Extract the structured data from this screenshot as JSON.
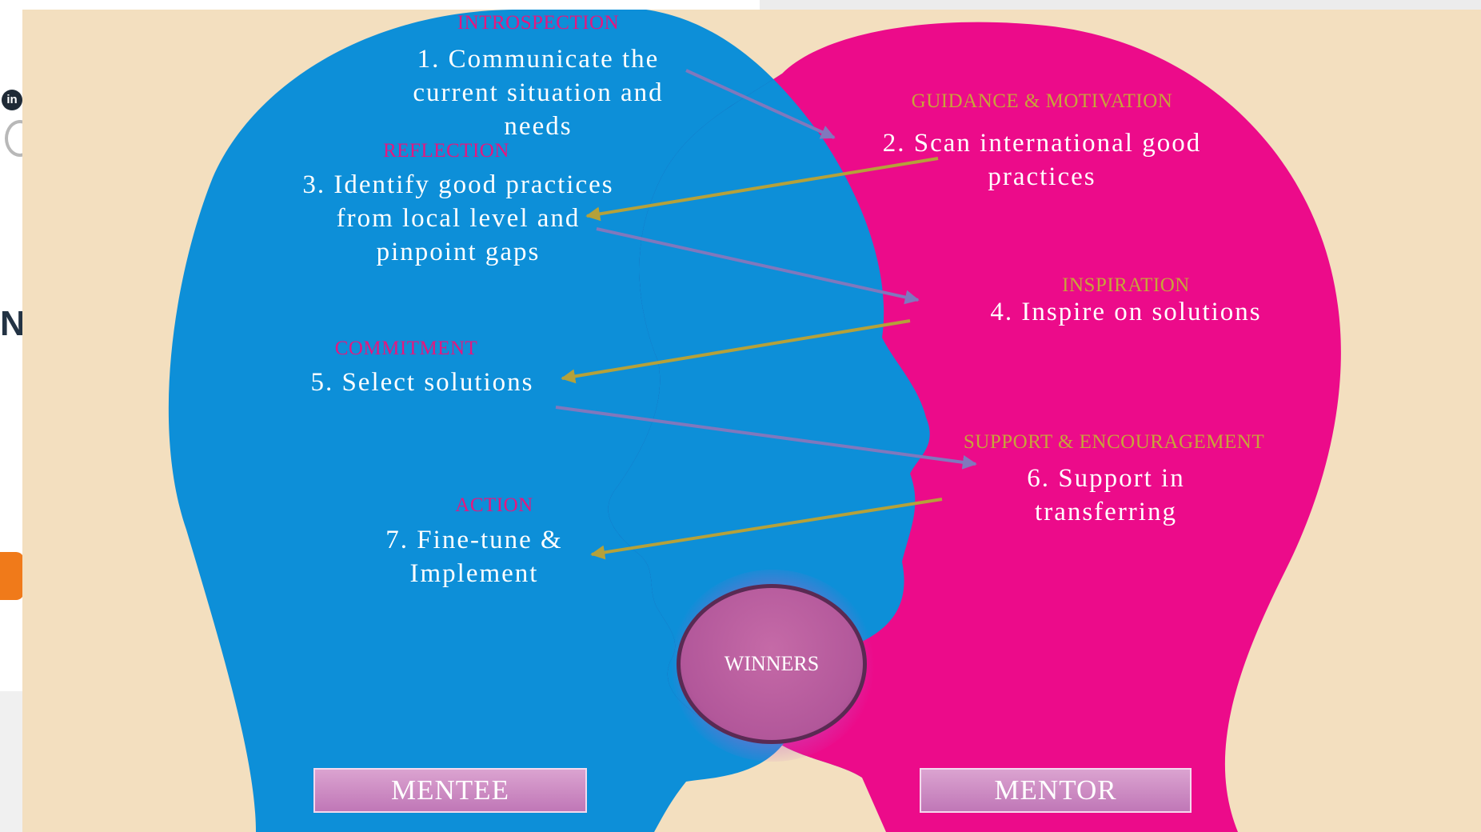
{
  "background": {
    "partial_letter": "N",
    "social": {
      "linkedin_label": "in"
    }
  },
  "colors": {
    "mentee_head": "#0d8fd8",
    "mentor_head": "#ec0b8a",
    "overlap": "#2c2e8c",
    "backdrop": "#f3dfbf",
    "arrow_purple": "#8078bd",
    "arrow_gold": "#b5a13a",
    "stage_pink": "#e5177f",
    "stage_gold": "#c6a53a"
  },
  "steps": [
    {
      "stage": "INTROSPECTION",
      "text": "1. Communicate the current situation and needs"
    },
    {
      "stage": "GUIDANCE & MOTIVATION",
      "text": "2. Scan international good practices"
    },
    {
      "stage": "REFLECTION",
      "text": "3. Identify good practices from local level and pinpoint gaps"
    },
    {
      "stage": "INSPIRATION",
      "text": "4. Inspire on solutions"
    },
    {
      "stage": "COMMITMENT",
      "text": "5. Select solutions"
    },
    {
      "stage": "SUPPORT & ENCOURAGEMENT",
      "text": "6. Support in transferring"
    },
    {
      "stage": "ACTION",
      "text": "7. Fine-tune & Implement"
    }
  ],
  "step_lines": {
    "s1": [
      "1. Communicate the",
      "current situation and",
      "needs"
    ],
    "s2": [
      "2. Scan international good",
      "practices"
    ],
    "s3": [
      "3. Identify good practices",
      "from local level and",
      "pinpoint gaps"
    ],
    "s4": [
      "4. Inspire on solutions"
    ],
    "s5": [
      "5. Select solutions"
    ],
    "s6": [
      "6. Support in",
      "transferring"
    ],
    "s7": [
      "7. Fine-tune &",
      "Implement"
    ]
  },
  "center_label": "WINNERS",
  "labels": {
    "mentee": "MENTEE",
    "mentor": "MENTOR"
  }
}
